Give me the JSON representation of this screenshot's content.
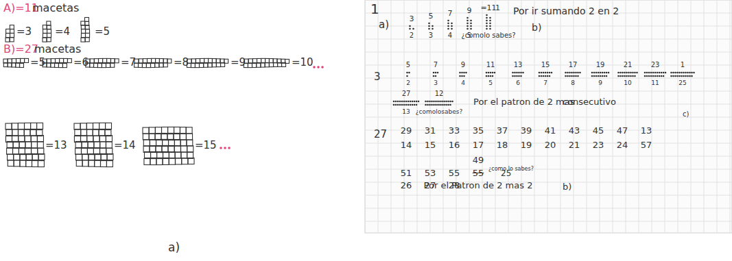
{
  "diagram": {
    "labels": [
      "A)=11",
      "macetas",
      "=3",
      "=4",
      "=5",
      "B)=27",
      "macetas",
      "=5",
      "=6",
      "=7",
      "=8",
      "=9",
      "=10",
      "=13",
      "=14",
      "=15",
      "a)",
      "1",
      "a)",
      "3",
      "5",
      "7",
      "9",
      "=11",
      "1",
      "2",
      "3",
      "4",
      "5",
      "¿comolo sabes?",
      "Por ir sumando 2 en 2",
      "b)",
      "3",
      "5",
      "7",
      "9",
      "11",
      "13",
      "15",
      "17",
      "19",
      "21",
      "23",
      "1",
      "2",
      "3",
      "4",
      "5",
      "6",
      "7",
      "8",
      "9",
      "10",
      "11",
      "25",
      "27",
      "12",
      "13",
      "¿comolosabes?",
      "Por el patron de 2 mas",
      "consecutivo",
      "c)",
      "27",
      "29",
      "31",
      "33",
      "35",
      "37",
      "39",
      "41",
      "43",
      "45",
      "47",
      "13",
      "14",
      "15",
      "16",
      "17",
      "18",
      "19",
      "20",
      "21",
      "23",
      "24",
      "57",
      "49",
      "51",
      "53",
      "55",
      "55",
      "¿como lo sabes?",
      "25",
      "26",
      "27",
      "28",
      "Por el Patron de 2 mas 2",
      "b)"
    ]
  }
}
